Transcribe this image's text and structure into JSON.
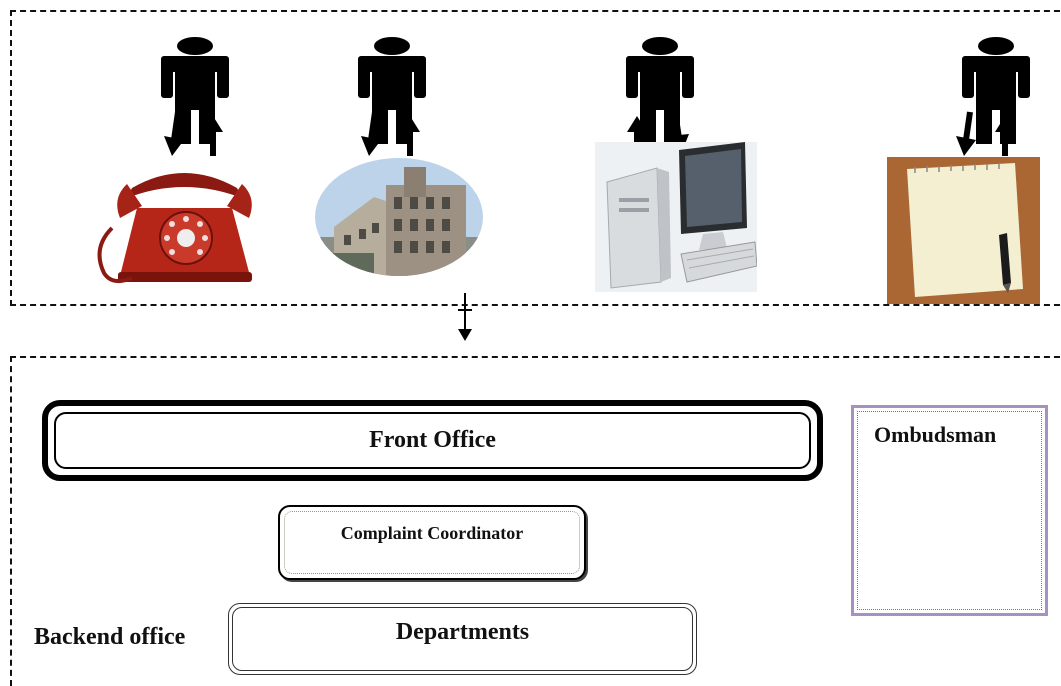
{
  "front_office": {
    "label": "Front Office"
  },
  "complaint_coordinator": {
    "label": "Complaint Coordinator"
  },
  "departments": {
    "label": "Departments"
  },
  "backend_office": {
    "label": "Backend office"
  },
  "ombudsman": {
    "label": "Ombudsman"
  },
  "channels": [
    {
      "icon": "telephone-icon"
    },
    {
      "icon": "building-icon"
    },
    {
      "icon": "computer-icon"
    },
    {
      "icon": "notepad-icon"
    }
  ]
}
